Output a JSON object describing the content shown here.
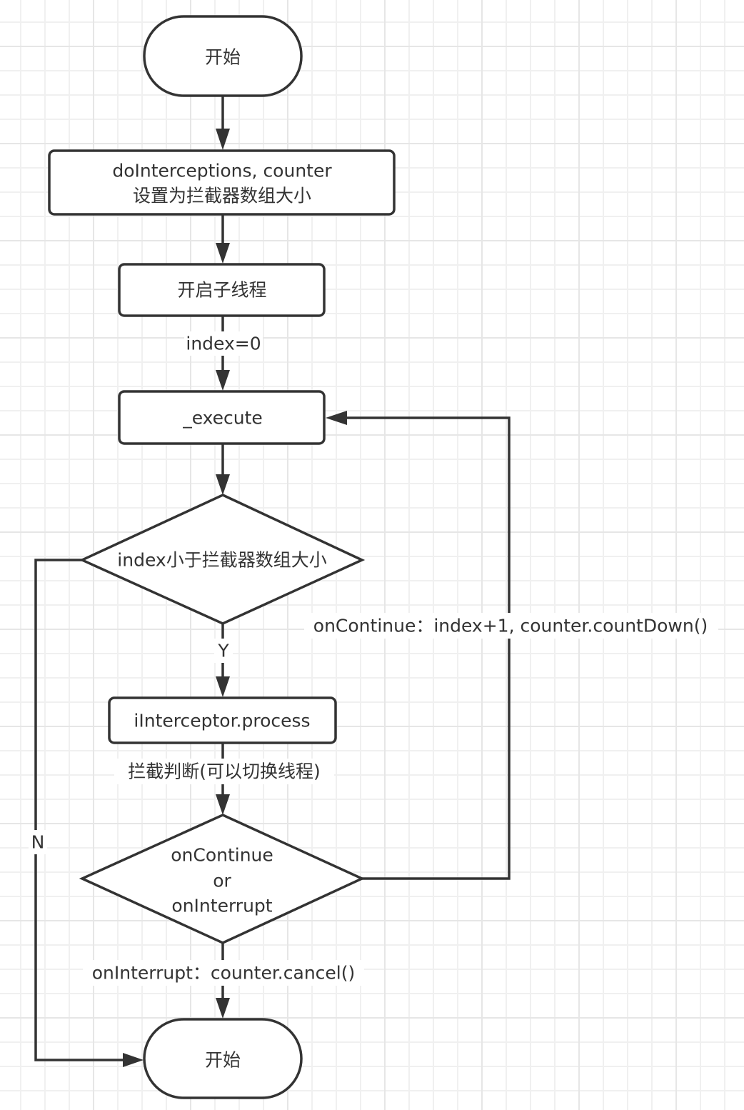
{
  "diagram": {
    "type": "flowchart",
    "nodes": {
      "start": {
        "shape": "terminal",
        "text": "开始"
      },
      "init": {
        "shape": "process",
        "lines": [
          "doInterceptions, counter",
          "设置为拦截器数组大小"
        ]
      },
      "thread": {
        "shape": "process",
        "text": "开启子线程"
      },
      "execute": {
        "shape": "process",
        "text": "_execute"
      },
      "check_index": {
        "shape": "decision",
        "text": "index小于拦截器数组大小"
      },
      "process": {
        "shape": "process",
        "text": "iInterceptor.process"
      },
      "result": {
        "shape": "decision",
        "lines": [
          "onContinue",
          "or",
          "onInterrupt"
        ]
      },
      "end": {
        "shape": "terminal",
        "text": "开始"
      }
    },
    "edges": [
      {
        "from": "start",
        "to": "init",
        "label": ""
      },
      {
        "from": "init",
        "to": "thread",
        "label": ""
      },
      {
        "from": "thread",
        "to": "execute",
        "label": "index=0"
      },
      {
        "from": "execute",
        "to": "check_index",
        "label": ""
      },
      {
        "from": "check_index",
        "to": "process",
        "label": "Y"
      },
      {
        "from": "check_index",
        "to": "end",
        "label": "N"
      },
      {
        "from": "process",
        "to": "result",
        "label": "拦截判断(可以切换线程)"
      },
      {
        "from": "result",
        "to": "execute",
        "label": "onContinue：index+1, counter.countDown()"
      },
      {
        "from": "result",
        "to": "end",
        "label": "onInterrupt：counter.cancel()"
      }
    ]
  }
}
